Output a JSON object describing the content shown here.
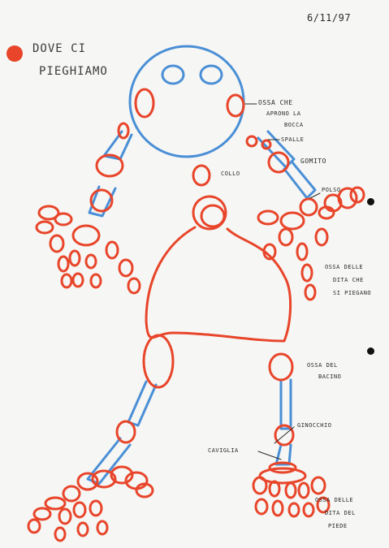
{
  "date": "6/11/97",
  "title": {
    "line1": "DOVE CI",
    "line2": "PIEGHIAMO"
  },
  "labels": {
    "ossa_bocca_1": "OSSA CHE",
    "ossa_bocca_2": "APRONO LA",
    "ossa_bocca_3": "BOCCA",
    "spalle": "SPALLE",
    "gomito": "GOMITO",
    "collo": "COLLO",
    "polso": "POLSO",
    "dita_mani_1": "OSSA DELLE",
    "dita_mani_2": "DITA CHE",
    "dita_mani_3": "SI PIEGANO",
    "bacino_1": "OSSA DEL",
    "bacino_2": "BACINO",
    "ginocchio": "GINOCCHIO",
    "caviglia": "CAVIGLIA",
    "dita_piede_1": "OSSA DELLE",
    "dita_piede_2": "DITA DEL",
    "dita_piede_3": "PIEDE"
  },
  "colors": {
    "joint": "#e8452a",
    "bone": "#4a8fd6",
    "ink": "#2a2a2a",
    "bullet": "#111111"
  }
}
